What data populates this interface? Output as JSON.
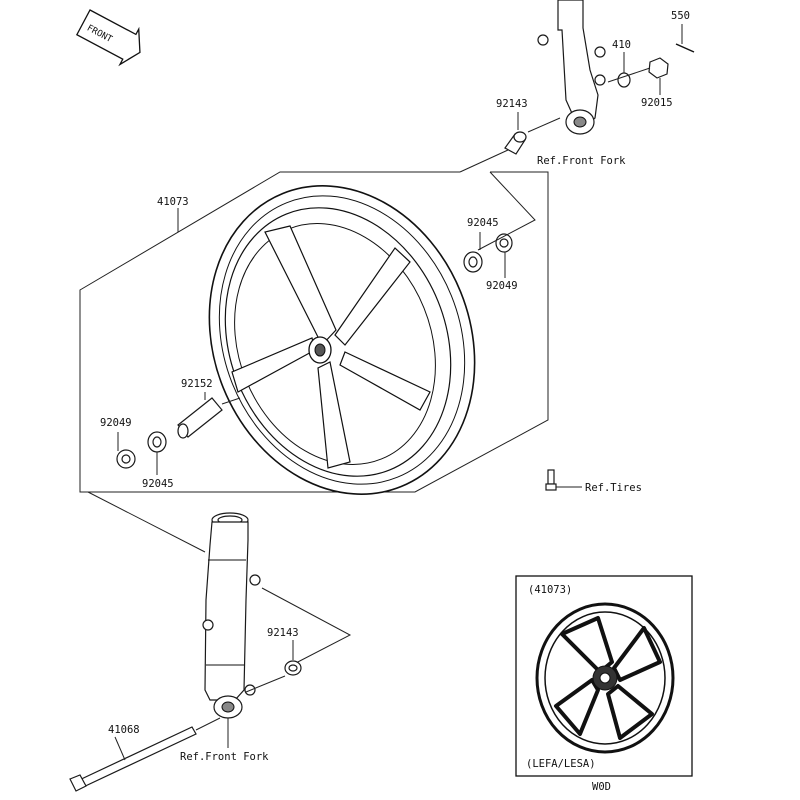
{
  "callouts": {
    "p41073": "41073",
    "p92045_top": "92045",
    "p92049_top": "92049",
    "p92152": "92152",
    "p92049_left": "92049",
    "p92045_left": "92045",
    "p92143_top": "92143",
    "p410": "410",
    "p92015": "92015",
    "p550": "550",
    "p92143_bottom": "92143",
    "p41068": "41068",
    "ref_front_fork_top": "Ref.Front Fork",
    "ref_front_fork_bottom": "Ref.Front Fork",
    "ref_tires": "Ref.Tires",
    "front_arrow": "FRONT"
  },
  "inset": {
    "part": "(41073)",
    "variant": "(LEFA/LESA)",
    "code": "W0D"
  }
}
